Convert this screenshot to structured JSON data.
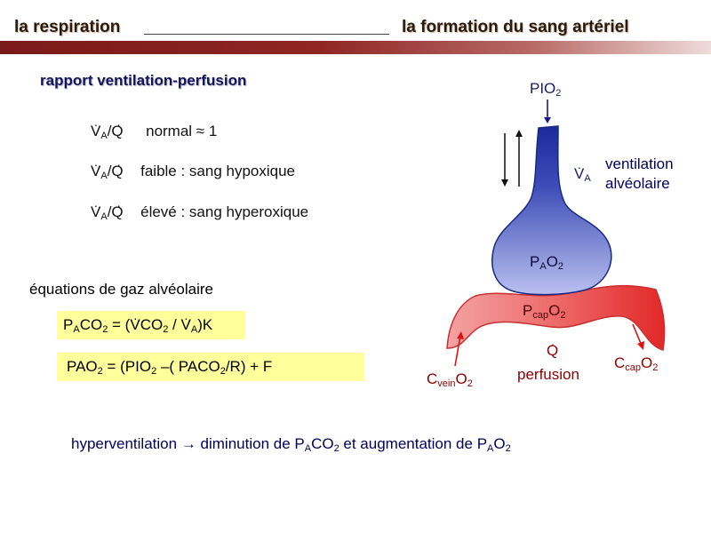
{
  "header": {
    "left_title": "la respiration",
    "right_title": "la formation du sang artériel"
  },
  "subtitle": "rapport ventilation-perfusion",
  "va_q_symbol": {
    "V": "V",
    "A": "A",
    "slash_Q": " /Q"
  },
  "ratios": [
    {
      "desc": "normal ≈ 1"
    },
    {
      "desc": "faible : sang hypoxique"
    },
    {
      "desc": "élevé : sang hyperoxique"
    }
  ],
  "equations_heading": "équations de gaz alvéolaire",
  "eq1": {
    "P": "P",
    "A1": "A",
    "CO": "CO",
    "two1": "2",
    "eq_open": " = (",
    "V": "V",
    "CO2": "CO",
    "two2": "2",
    "slash": " / ",
    "V2": "V",
    "A2": "A",
    "close": ")K"
  },
  "eq2": {
    "a": "PAO",
    "two1": "2",
    "b": " = (PIO",
    "two2": "2",
    "c": " –( PACO",
    "two3": "2",
    "d": "/R) + F"
  },
  "bottom": {
    "a": "hyperventilation ",
    "arrow": "→",
    "b": " diminution de P",
    "A1": "A",
    "c": "CO",
    "two1": "2",
    "d": " et augmentation de P",
    "A2": "A",
    "e": "O",
    "two2": "2"
  },
  "diagram": {
    "pio2": {
      "P": "PIO",
      "s": "2"
    },
    "va": {
      "V": "V",
      "A": "A"
    },
    "ventilation": [
      "ventilation",
      "alvéolaire"
    ],
    "pao2": {
      "P": "P",
      "A": "A",
      "O": "O",
      "s": "2"
    },
    "pcap": {
      "P": "P",
      "cap": "cap",
      "O": "O",
      "s": "2"
    },
    "q": "Q",
    "perfusion": "perfusion",
    "cvein": {
      "C": "C",
      "vein": "vein",
      "O": "O",
      "s": "2"
    },
    "ccap": {
      "C": "C",
      "cap": "cap",
      "O": "O",
      "s": "2"
    }
  },
  "colors": {
    "band": "#8f2624",
    "eq_box": "#ffff9c",
    "alveole_blue": "#3a48b0",
    "capillary_red": "#e63c3c"
  }
}
